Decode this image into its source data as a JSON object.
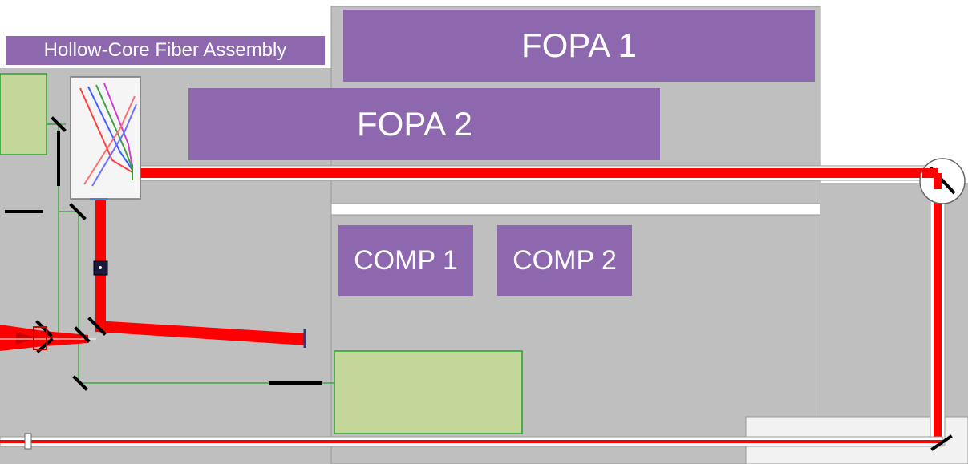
{
  "labels": {
    "hollow_core": "Hollow-Core Fiber Assembly",
    "fopa1": "FOPA 1",
    "fopa2": "FOPA 2",
    "comp1": "COMP 1",
    "comp2": "COMP 2"
  },
  "colors": {
    "table": "#bfbfbf",
    "label_fill": "#8e68ae",
    "beam": "#ff0000",
    "green_box": "#c4d79b",
    "green_line": "#2ca02c",
    "mirror": "#000000"
  },
  "icons": [
    "mirror-icon",
    "hollow-core-fiber-icon",
    "periscope-mirror-icon",
    "optical-element-icon"
  ]
}
